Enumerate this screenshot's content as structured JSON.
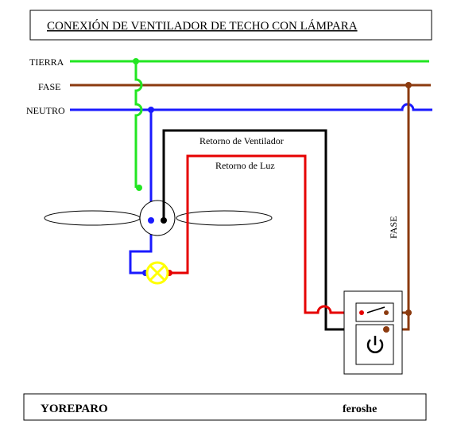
{
  "title": "CONEXIÓN DE VENTILADOR DE TECHO CON LÁMPARA",
  "lines": {
    "tierra": "TIERRA",
    "fase": "FASE",
    "neutro": "NEUTRO"
  },
  "labels": {
    "retorno_ventilador": "Retorno de Ventilador",
    "retorno_luz": "Retorno de Luz",
    "fase_vertical": "FASE"
  },
  "footer": {
    "left": "YOREPARO",
    "right": "feroshe"
  },
  "colors": {
    "tierra": "#22e622",
    "fase": "#8b3a0f",
    "neutro": "#1a1aff",
    "retorno_ventilador": "#000000",
    "retorno_luz": "#e60000",
    "lamp": "#ffff00"
  }
}
